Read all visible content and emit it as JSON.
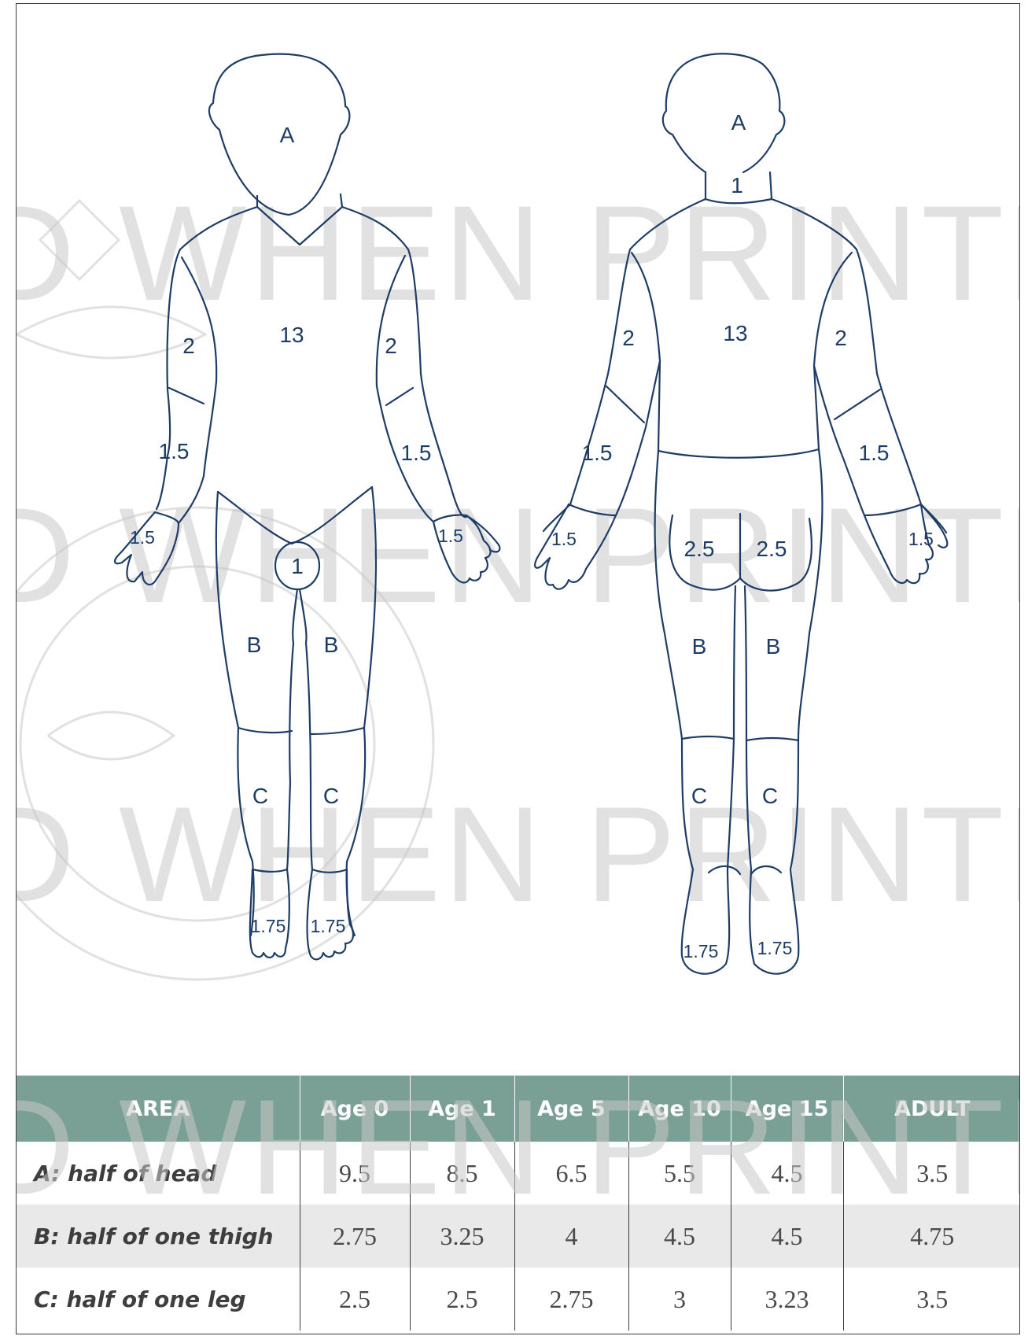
{
  "watermark": {
    "text": "D WHEN PRINTED"
  },
  "front_figure": {
    "labels": {
      "head": "A",
      "trunk": "13",
      "upper_arm_right": "2",
      "upper_arm_left": "2",
      "forearm_right": "1.5",
      "forearm_left": "1.5",
      "hand_right": "1.5",
      "hand_left": "1.5",
      "genitals": "1",
      "thigh_right": "B",
      "thigh_left": "B",
      "leg_right": "C",
      "leg_left": "C",
      "foot_right": "1.75",
      "foot_left": "1.75"
    }
  },
  "back_figure": {
    "labels": {
      "head": "A",
      "neck": "1",
      "trunk": "13",
      "upper_arm_left": "2",
      "upper_arm_right": "2",
      "forearm_left": "1.5",
      "forearm_right": "1.5",
      "hand_left": "1.5",
      "hand_right": "1.5",
      "buttock_left": "2.5",
      "buttock_right": "2.5",
      "thigh_left": "B",
      "thigh_right": "B",
      "leg_left": "C",
      "leg_right": "C",
      "foot_left": "1.75",
      "foot_right": "1.75"
    }
  },
  "table": {
    "headers": [
      "AREA",
      "Age 0",
      "Age 1",
      "Age 5",
      "Age 10",
      "Age 15",
      "ADULT"
    ],
    "rows": [
      {
        "area": "A: half of head",
        "values": [
          "9.5",
          "8.5",
          "6.5",
          "5.5",
          "4.5",
          "3.5"
        ]
      },
      {
        "area": "B: half of one thigh",
        "values": [
          "2.75",
          "3.25",
          "4",
          "4.5",
          "4.5",
          "4.75"
        ]
      },
      {
        "area": "C: half of one leg",
        "values": [
          "2.5",
          "2.5",
          "2.75",
          "3",
          "3.23",
          "3.5"
        ]
      }
    ]
  }
}
